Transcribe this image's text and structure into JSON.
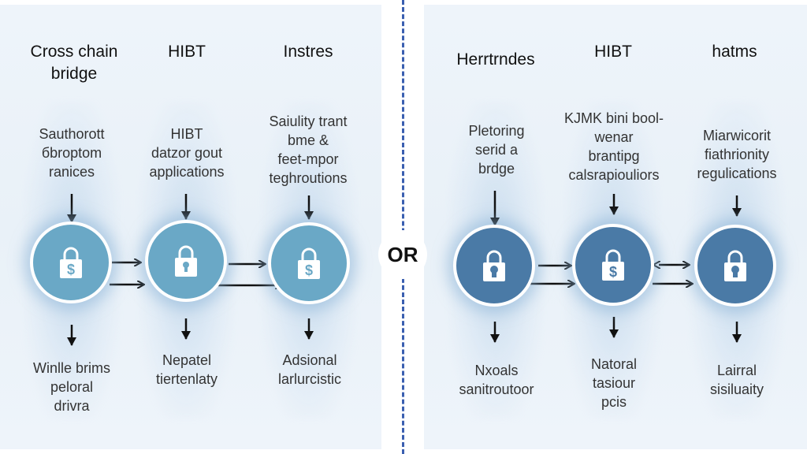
{
  "divider_label": "OR",
  "colors": {
    "left_node": "#6aa8c6",
    "right_node": "#4a7aa6",
    "divider": "#3a5fb0",
    "panel_bg": "#eaf2f9"
  },
  "left_panel": {
    "columns": [
      {
        "title": "Cross chain bridge",
        "top_text": "Sauthorott\nбbroptom\nranices",
        "icon": "lock-dollar-icon",
        "bottom_text": "Winlle brims\npeloral\ndrivra"
      },
      {
        "title": "HIBT",
        "top_text": "HIBT\ndatzor gout\napplications",
        "icon": "lock-keyhole-icon",
        "bottom_text": "Nepatel\ntiertenlaty"
      },
      {
        "title": "Instres",
        "top_text": "Saiulity trant\nbme &\nfeet-mpor\nteghroutions",
        "icon": "lock-dollar-icon",
        "bottom_text": "Adsional\nlarlurcistic"
      }
    ]
  },
  "right_panel": {
    "columns": [
      {
        "title": "Herrtrndes",
        "top_text": "Pletoring\nserid a\nbrdge",
        "icon": "lock-keyhole-icon",
        "bottom_text": "Nxoals\nsanitroutoor"
      },
      {
        "title": "HIBT",
        "top_text": "KJMK bini bool-\nwenar\nbrantipg\ncalsrapiouliors",
        "icon": "lock-dollar-icon",
        "bottom_text": "Natoral\ntasiour\npcis"
      },
      {
        "title": "hatms",
        "top_text": "Miarwicorit\nfiathrionity\nregulications",
        "icon": "lock-keyhole-icon",
        "bottom_text": "Lairral\nsisiluaity"
      }
    ]
  }
}
